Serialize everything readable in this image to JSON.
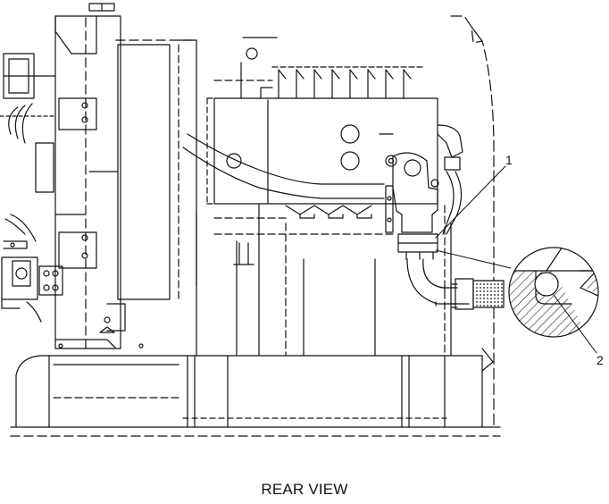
{
  "caption": "REAR VIEW",
  "callouts": [
    {
      "id": "callout-1",
      "label": "1"
    },
    {
      "id": "callout-2",
      "label": "2"
    }
  ]
}
